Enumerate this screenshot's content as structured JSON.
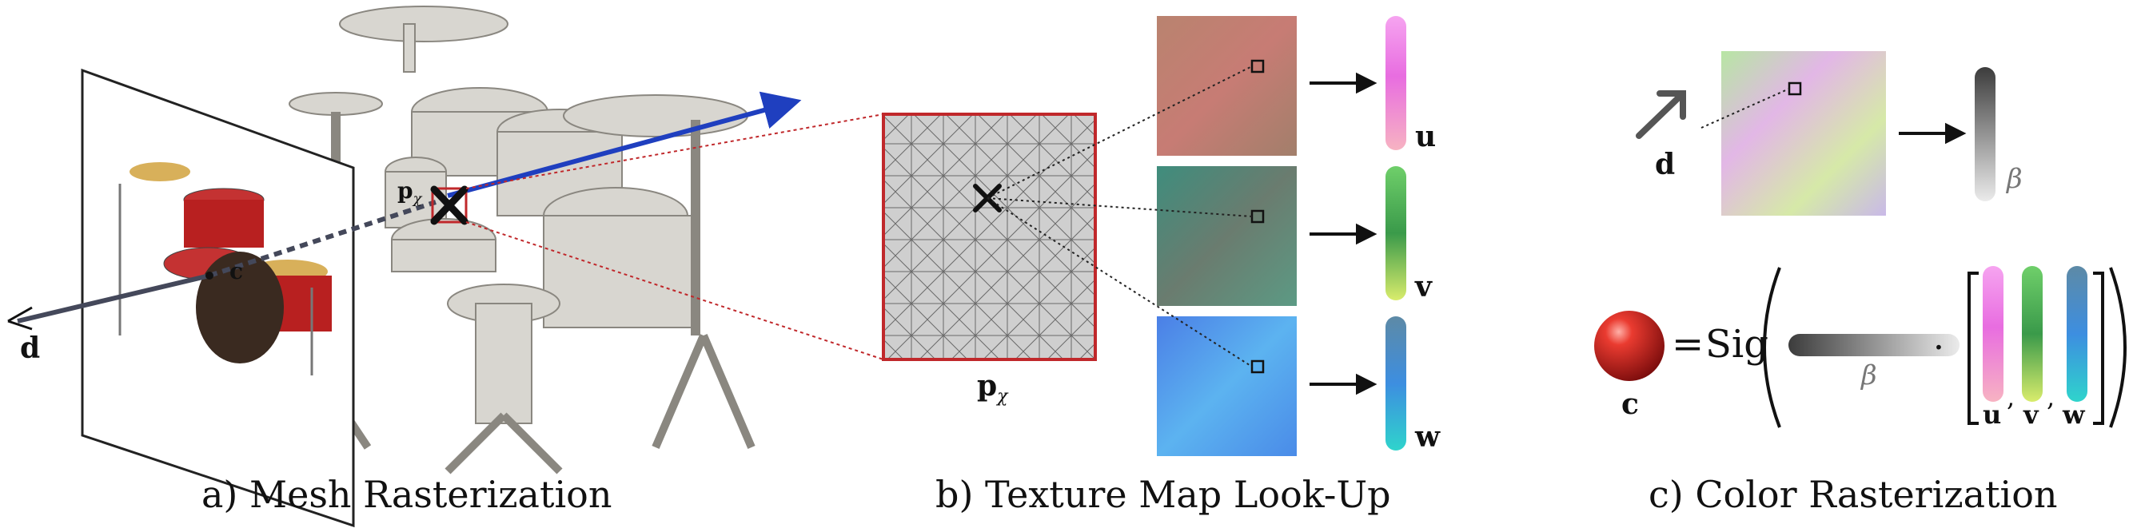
{
  "panels": {
    "a": {
      "caption": "a) Mesh Rasterization"
    },
    "b": {
      "caption": "b) Texture Map Look-Up"
    },
    "c": {
      "caption": "c) Color Rasterization"
    }
  },
  "labels": {
    "d_a": "d",
    "c_a": "c",
    "p_chi_a": "p",
    "p_chi_a_sub": "χ",
    "p_chi_b": "p",
    "p_chi_b_sub": "χ",
    "u": "u",
    "v": "v",
    "w": "w",
    "d_c": "d",
    "beta_top": "β",
    "beta_eq": "β",
    "c_result": "c",
    "equals": "=",
    "sig": "Sig",
    "dot": "·",
    "u_eq": "u",
    "v_eq": "v",
    "w_eq": "w",
    "comma1": ",",
    "comma2": ","
  },
  "colors": {
    "ray": "#1f3fbf",
    "frame_red": "#c0282b",
    "bar_u": [
      "#e86de0",
      "#f4a7c4"
    ],
    "bar_v": [
      "#3fae5a",
      "#d7e86a"
    ],
    "bar_w": [
      "#5a8fb4",
      "#2fd0d0"
    ],
    "bar_beta": [
      "#444444",
      "#e6e6e6"
    ],
    "sphere": "#d11f1f"
  }
}
